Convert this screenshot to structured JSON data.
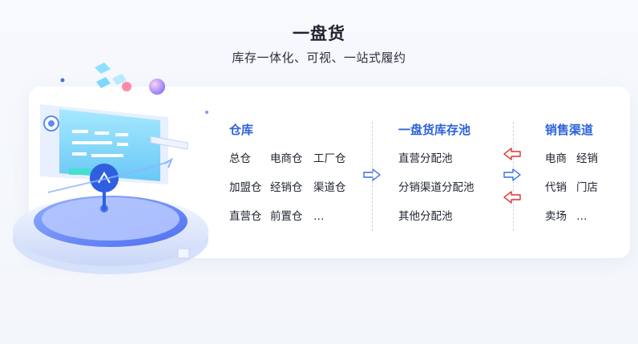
{
  "header": {
    "title": "一盘货",
    "subtitle": "库存一体化、可视、一站式履约"
  },
  "columns": {
    "warehouse": {
      "heading": "仓库",
      "rows": [
        [
          "总仓",
          "电商仓",
          "工厂仓"
        ],
        [
          "加盟仓",
          "经销仓",
          "渠道仓"
        ],
        [
          "直营仓",
          "前置仓",
          "…"
        ]
      ]
    },
    "pool": {
      "heading": "一盘货库存池",
      "rows": [
        "直营分配池",
        "分销渠道分配池",
        "其他分配池"
      ]
    },
    "channels": {
      "heading": "销售渠道",
      "rows": [
        [
          "电商",
          "经销"
        ],
        [
          "代销",
          "门店"
        ],
        [
          "卖场",
          "…"
        ]
      ]
    }
  },
  "colors": {
    "accent_blue": "#2c62d9",
    "arrow_blue": "#3a6fe0",
    "arrow_red": "#d9322f"
  }
}
